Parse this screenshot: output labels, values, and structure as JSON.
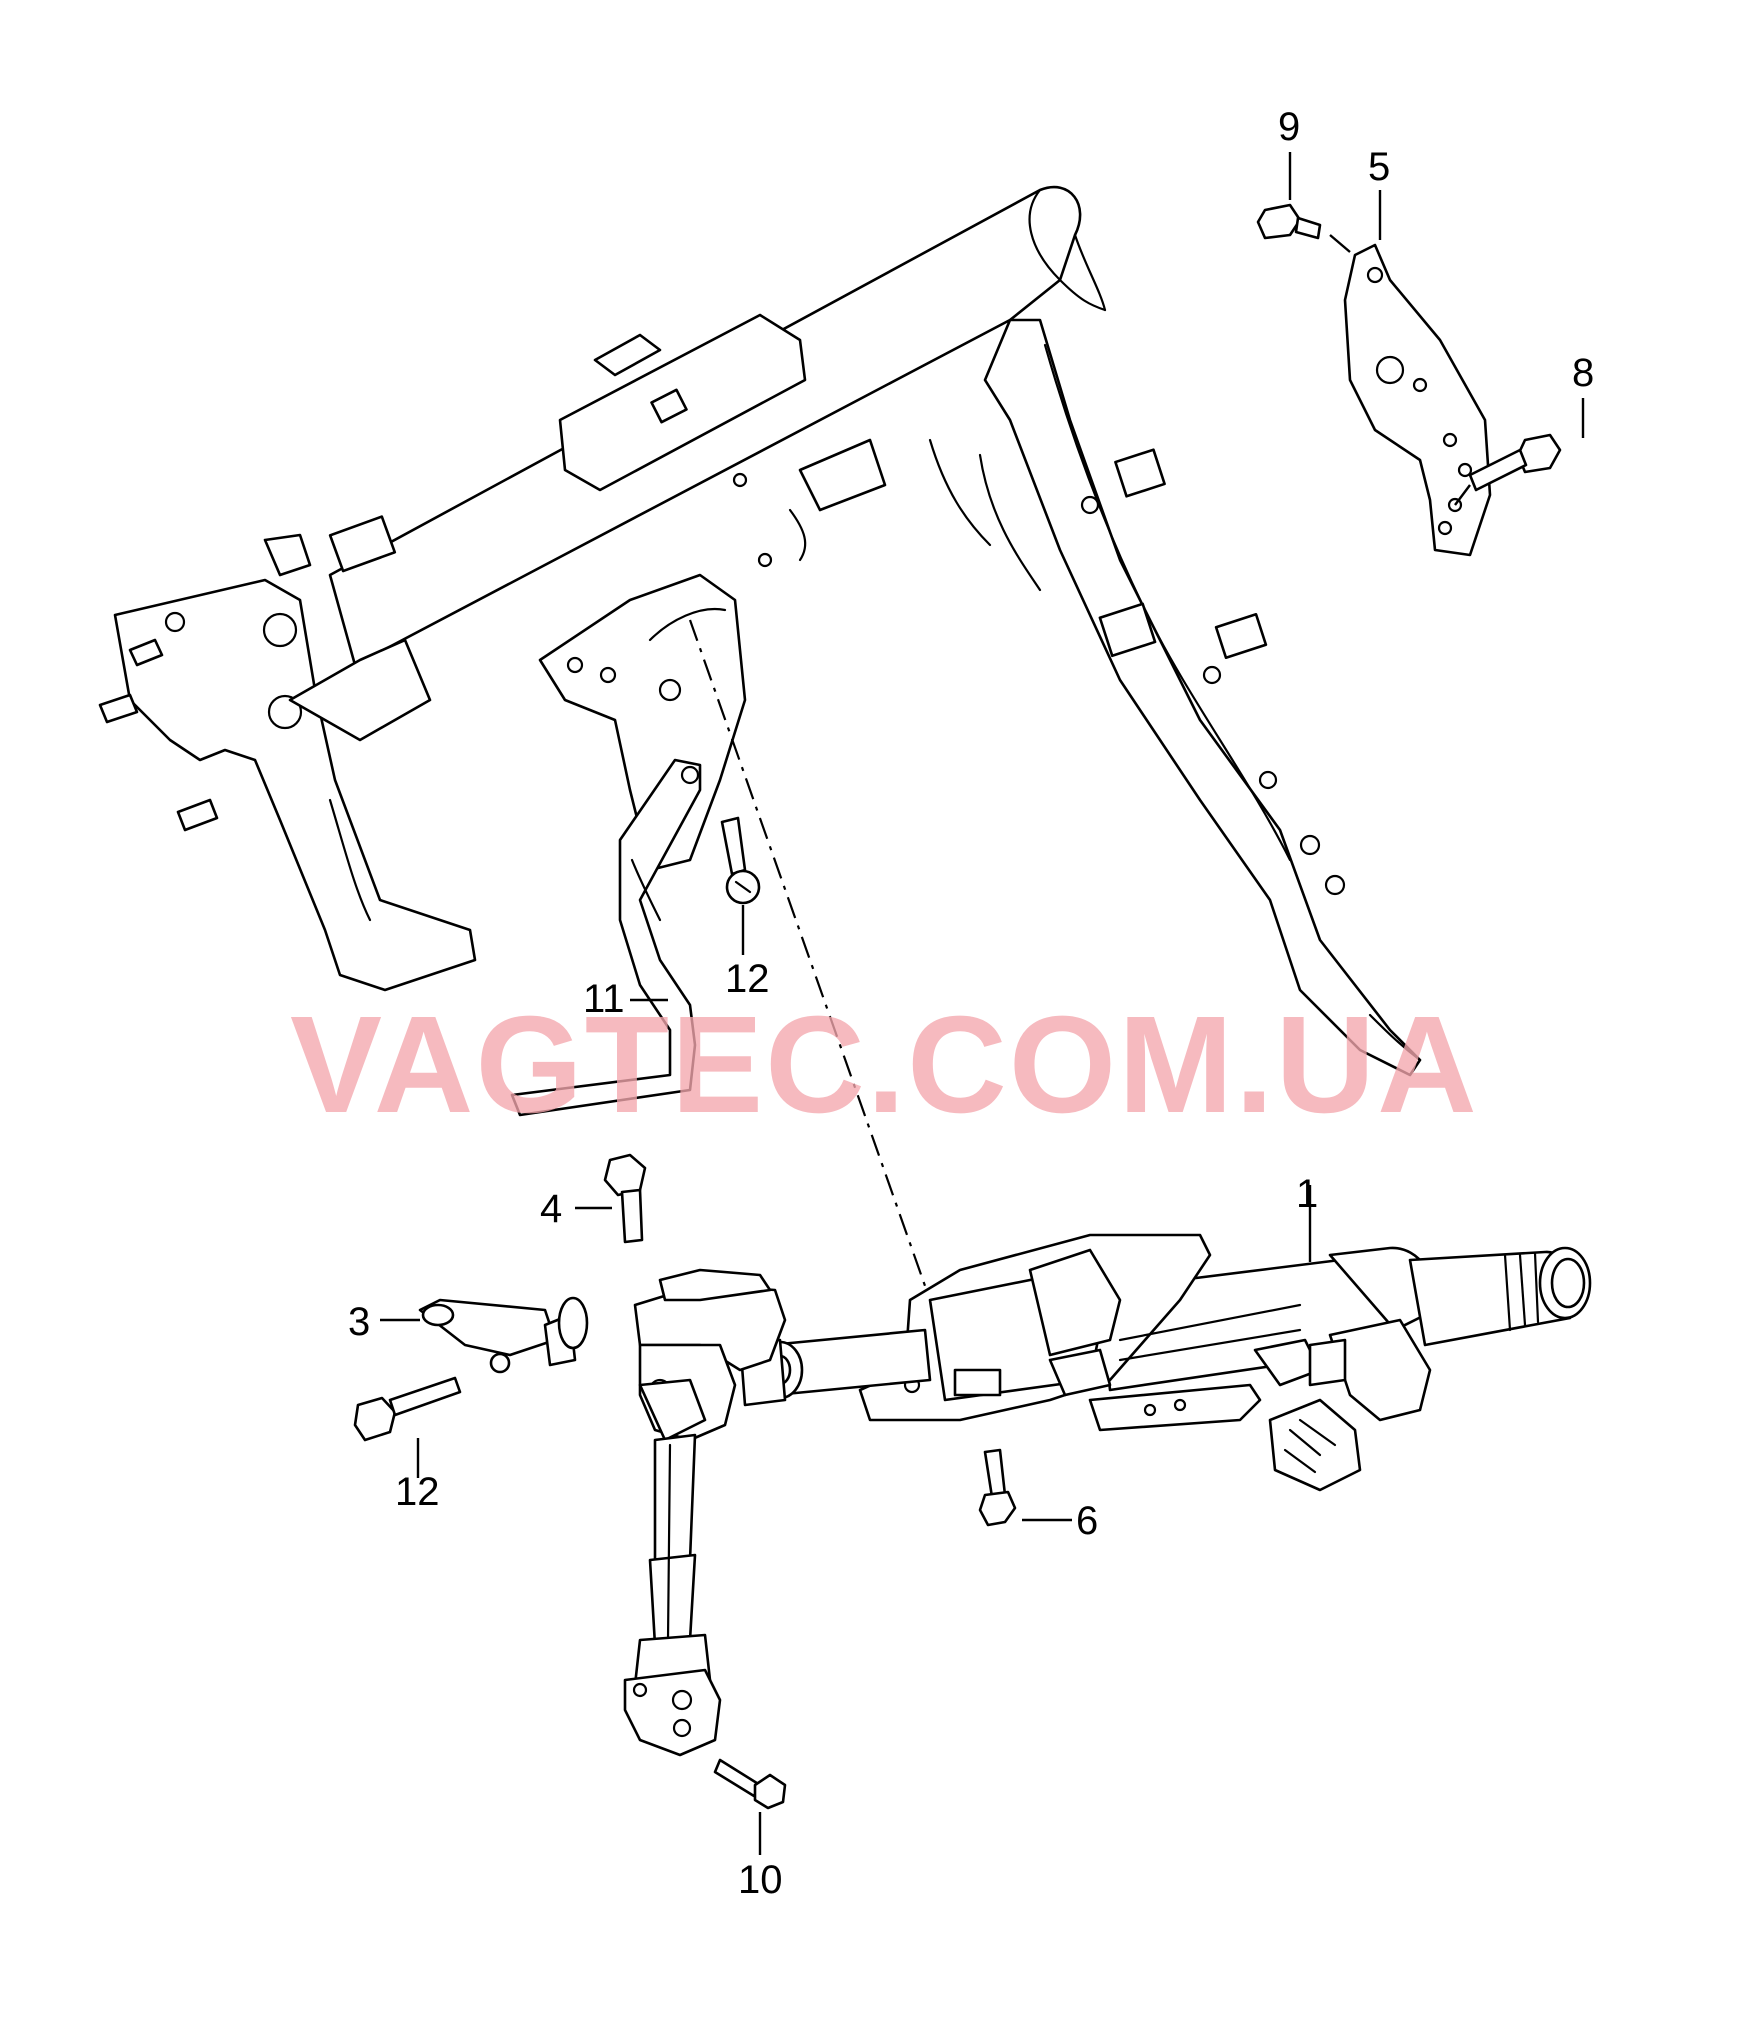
{
  "watermark": "VAGTEC.COM.UA",
  "watermark_color": "#f4a7ad",
  "callouts": {
    "c1": "1",
    "c3": "3",
    "c4": "4",
    "c5": "5",
    "c6": "6",
    "c8": "8",
    "c9": "9",
    "c10": "10",
    "c11": "11",
    "c12a": "12",
    "c12b": "12"
  }
}
